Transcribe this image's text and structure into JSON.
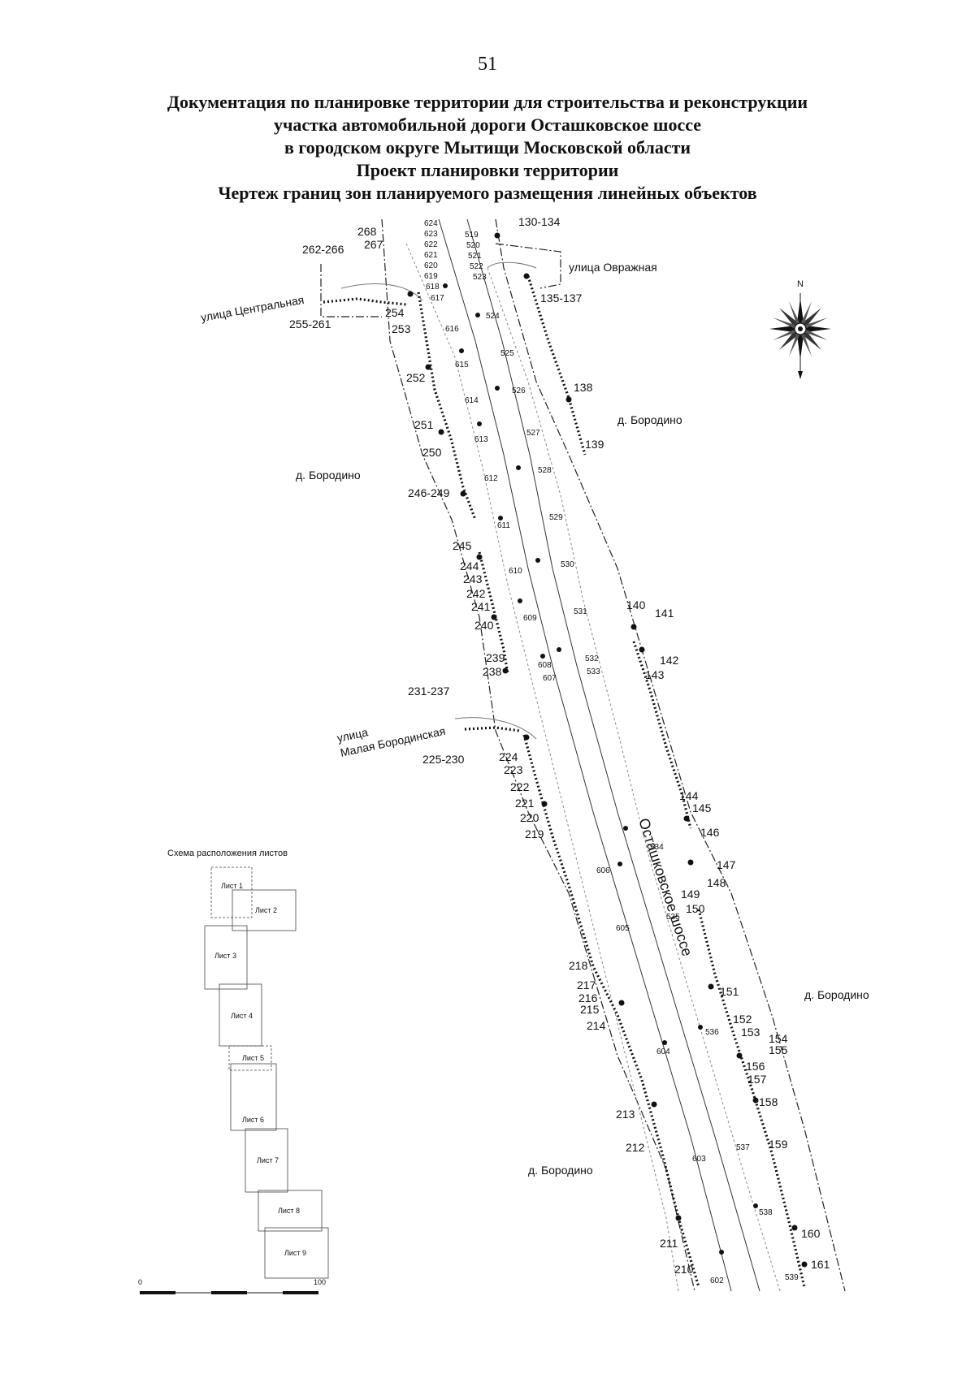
{
  "page_number": "51",
  "title_lines": [
    "Документация по планировке территории для строительства и реконструкции",
    "участка автомобильной дороги Осташковское шоссе",
    "в городском округе Мытищи Московской области",
    "Проект планировки территории",
    "Чертеж границ зон планируемого размещения линейных объектов"
  ],
  "streets": {
    "ovrazhnaya": "улица Овражная",
    "tsentralnaya": "улица Центральная",
    "malaya_borodinskaya_1": "улица",
    "malaya_borodinskaya_2": "Малая Бородинская",
    "highway": "Осташковское шоссе"
  },
  "places": {
    "borodino": "д. Бородино"
  },
  "compass": {
    "north_label": "N",
    "icon": "compass-rose-icon"
  },
  "boundary_labels": [
    "130-134",
    "135-137",
    "268",
    "267",
    "262-266",
    "255-261",
    "254",
    "253",
    "252",
    "251",
    "250",
    "246-249",
    "245",
    "244",
    "243",
    "242",
    "241",
    "240",
    "239",
    "238",
    "231-237",
    "225-230",
    "224",
    "223",
    "222",
    "221",
    "220",
    "219",
    "218",
    "217",
    "216",
    "215",
    "214",
    "213",
    "212",
    "211",
    "210",
    "138",
    "139",
    "140",
    "141",
    "142",
    "143",
    "144",
    "145",
    "146",
    "147",
    "148",
    "149",
    "150",
    "151",
    "152",
    "153",
    "154",
    "155",
    "156",
    "157",
    "158",
    "159",
    "160",
    "161"
  ],
  "axis_labels_west": [
    "624",
    "623",
    "622",
    "621",
    "620",
    "619",
    "618",
    "617",
    "616",
    "615",
    "614",
    "613",
    "612",
    "611",
    "610",
    "609",
    "608",
    "607",
    "606",
    "605",
    "604",
    "603",
    "602"
  ],
  "axis_labels_east": [
    "519",
    "520",
    "521",
    "522",
    "523",
    "524",
    "525",
    "526",
    "527",
    "528",
    "529",
    "530",
    "531",
    "532",
    "533",
    "534",
    "535",
    "536",
    "537",
    "538",
    "539"
  ],
  "sheet_scheme": {
    "title": "Схема расположения листов",
    "sheets": [
      "Лист 1",
      "Лист 2",
      "Лист 3",
      "Лист 4",
      "Лист 5",
      "Лист 6",
      "Лист 7",
      "Лист 8",
      "Лист 9"
    ]
  },
  "scale_bar": {
    "start": "0",
    "end": "100"
  }
}
